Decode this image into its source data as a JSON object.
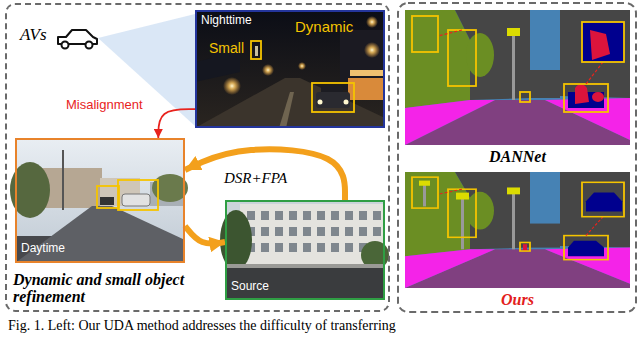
{
  "diagram": {
    "caption": "Fig. 1. Left: Our UDA method addresses the difficulty of transferring",
    "nodes": [
      {
        "text": [
          "AVs",
          "Dynamic and small object refinement"
        ]
      },
      {
        "text": [
          "Nighttime",
          "Small",
          "Dynamic"
        ],
        "in": 0
      },
      {
        "text": [
          "Daytime"
        ],
        "in": 0
      },
      {
        "text": [
          "Source"
        ],
        "in": 0
      },
      {
        "text": [
          "DANNet"
        ]
      },
      {
        "text": [
          "Ours"
        ]
      }
    ],
    "edges": [
      {
        "from": 1,
        "to": 2,
        "arrow": "to",
        "label": "Misalignment"
      },
      {
        "from": 3,
        "to": 2,
        "arrow": "to",
        "label": "DSR+FPA"
      },
      {
        "from": 2,
        "to": 3,
        "arrow": "to"
      }
    ]
  }
}
